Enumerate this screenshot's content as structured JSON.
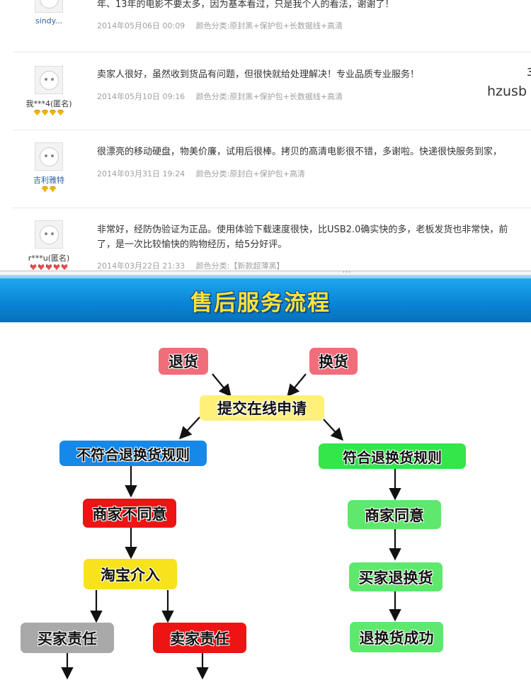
{
  "reviews": [
    {
      "username": "sindy...",
      "badge_count": 0,
      "content_lines": [
        "年、13年的电影不要太多，因为基本看过，只是我个人的看法，谢谢了！"
      ],
      "date": "2014年05月06日 00:09",
      "color_spec": "颜色分类:原封黑+保护包+长数据线+高清"
    },
    {
      "username": "我***4(匿名)",
      "badge_count": 4,
      "content_lines": [
        "卖家人很好，虽然收到货品有问题，但很快就给处理解决！专业品质专业服务！"
      ],
      "date": "2014年05月10日 09:16",
      "color_spec": "颜色分类:原封黑+保护包+长数据线+高清"
    },
    {
      "username": "吉利雅特",
      "badge_count": 2,
      "content_lines": [
        "很漂亮的移动硬盘，物美价廉，试用后很棒。拷贝的高清电影很不错，多谢啦。快递很快服务到家，"
      ],
      "date": "2014年03月31日 19:24",
      "color_spec": "颜色分类:原封白+保护包+高清"
    },
    {
      "username": "r***u(匿名)",
      "badge_count": 5,
      "content_lines": [
        "非常好，经防伪验证为正品。使用体验下载速度很快，比USB2.0确实快的多，老板发货也非常快，前",
        "了，是一次比较愉快的购物经历，给5分好评。"
      ],
      "date": "2014年03月22日 21:33",
      "color_spec": "颜色分类:【新款超薄黑】"
    }
  ],
  "sidebar_fragment": "hzusb",
  "sidebar_number": "3",
  "banner_title": "售后服务流程",
  "flow": {
    "return": "退货",
    "exchange": "换货",
    "submit": "提交在线申请",
    "not_compliant": "不符合退换货规则",
    "compliant": "符合退换货规则",
    "seller_disagree": "商家不同意",
    "seller_agree": "商家同意",
    "taobao": "淘宝介入",
    "buyer_return": "买家退换货",
    "buyer_fault": "买家责任",
    "seller_fault": "卖家责任",
    "success": "退换货成功"
  }
}
